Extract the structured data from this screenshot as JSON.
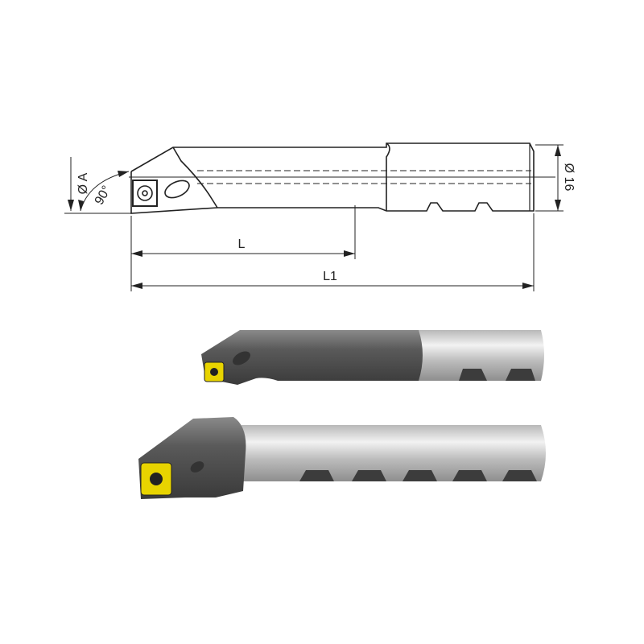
{
  "drawing": {
    "labels": {
      "diameter_a": "Ø A",
      "angle": "90°",
      "diameter_shank": "Ø 16",
      "length_l": "L",
      "length_l1": "L1"
    }
  },
  "colors": {
    "line": "#222222",
    "insert": "#e8d400",
    "body_dark": "#4a4a4a",
    "shank_light": "#d8d8d8"
  }
}
